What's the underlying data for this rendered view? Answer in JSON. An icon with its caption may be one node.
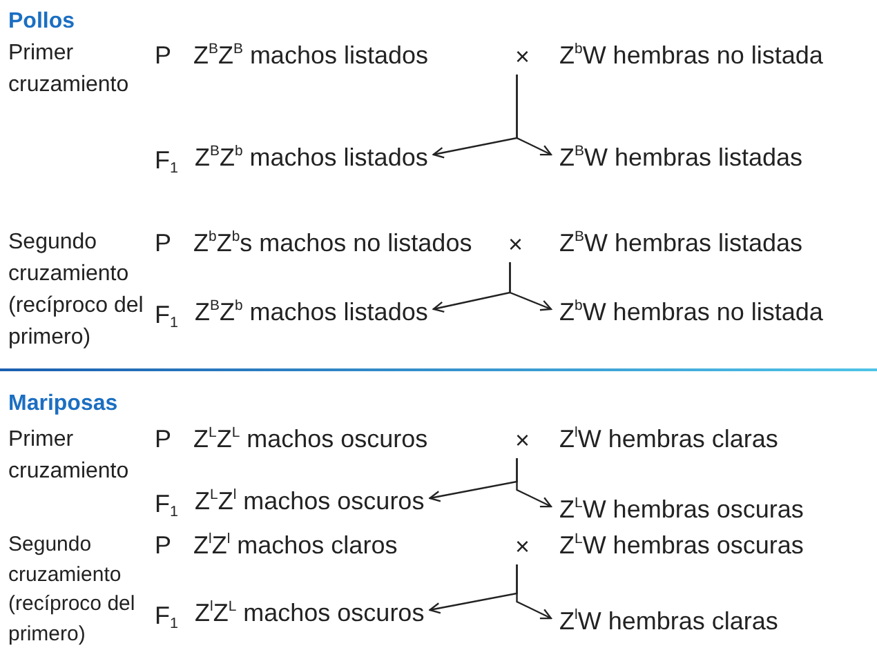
{
  "diagram": {
    "nodes": [
      {
        "text": [
          "Z$^{B}$Z$^{B}$ machos listados"
        ]
      },
      {
        "text": [
          "×"
        ]
      },
      {
        "text": [
          "Z$^{b}$W hembras no listada"
        ]
      },
      {
        "text": [
          "Z$^{B}$Z$^{b}$ machos listados"
        ]
      },
      {
        "text": [
          "Z$^{B}$W hembras listadas"
        ]
      },
      {
        "text": [
          "Z$^{b}$Z$^{b}$s machos no listados"
        ]
      },
      {
        "text": [
          "×"
        ]
      },
      {
        "text": [
          "Z$^{B}$W hembras listadas"
        ]
      },
      {
        "text": [
          "Z$^{B}$Z$^{b}$ machos listados"
        ]
      },
      {
        "text": [
          "Z$^{b}$W hembras no listada"
        ]
      },
      {
        "text": [
          "Z$^{L}$Z$^{L}$ machos oscuros"
        ]
      },
      {
        "text": [
          "×"
        ]
      },
      {
        "text": [
          "Z$^{l}$W hembras claras"
        ]
      },
      {
        "text": [
          "Z$^{L}$Z$^{l}$ machos oscuros"
        ]
      },
      {
        "text": [
          "Z$^{L}$W hembras oscuras"
        ]
      },
      {
        "text": [
          "Z$^{l}$Z$^{l}$ machos claros"
        ]
      },
      {
        "text": [
          "×"
        ]
      },
      {
        "text": [
          "Z$^{L}$W hembras oscuras"
        ]
      },
      {
        "text": [
          "Z$^{l}$Z$^{L}$ machos oscuros"
        ]
      },
      {
        "text": [
          "Z$^{l}$W hembras claras"
        ]
      }
    ],
    "edges": [
      {
        "from": 1,
        "to": 3,
        "arrow": "to"
      },
      {
        "from": 1,
        "to": 4,
        "arrow": "to"
      },
      {
        "from": 6,
        "to": 8,
        "arrow": "to"
      },
      {
        "from": 6,
        "to": 9,
        "arrow": "to"
      },
      {
        "from": 11,
        "to": 13,
        "arrow": "to"
      },
      {
        "from": 11,
        "to": 14,
        "arrow": "to"
      },
      {
        "from": 16,
        "to": 18,
        "arrow": "to"
      },
      {
        "from": 16,
        "to": 19,
        "arrow": "to"
      }
    ],
    "labels": [
      "Pollos",
      "Primer cruzamiento",
      "P",
      "F$_{1}$",
      "Segundo cruzamiento (recíproco del primero)",
      "P",
      "F$_{1}$",
      "Mariposas",
      "Primer cruzamiento",
      "P",
      "F$_{1}$",
      "Segundo cruzamiento (recíproco del primero)",
      "P",
      "F$_{1}$"
    ]
  }
}
